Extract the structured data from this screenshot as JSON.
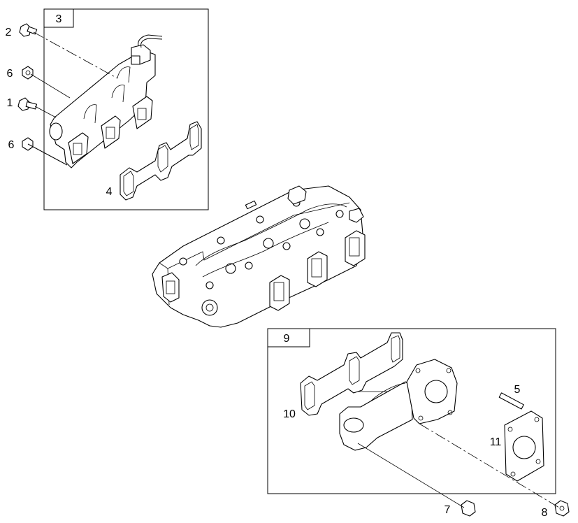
{
  "diagram": {
    "boxes": [
      {
        "id": "3",
        "label": "3"
      },
      {
        "id": "9",
        "label": "9"
      }
    ],
    "callouts": {
      "c1": "1",
      "c2": "2",
      "c4": "4",
      "c5": "5",
      "c6a": "6",
      "c6b": "6",
      "c7": "7",
      "c8": "8",
      "c10": "10",
      "c11": "11"
    }
  }
}
